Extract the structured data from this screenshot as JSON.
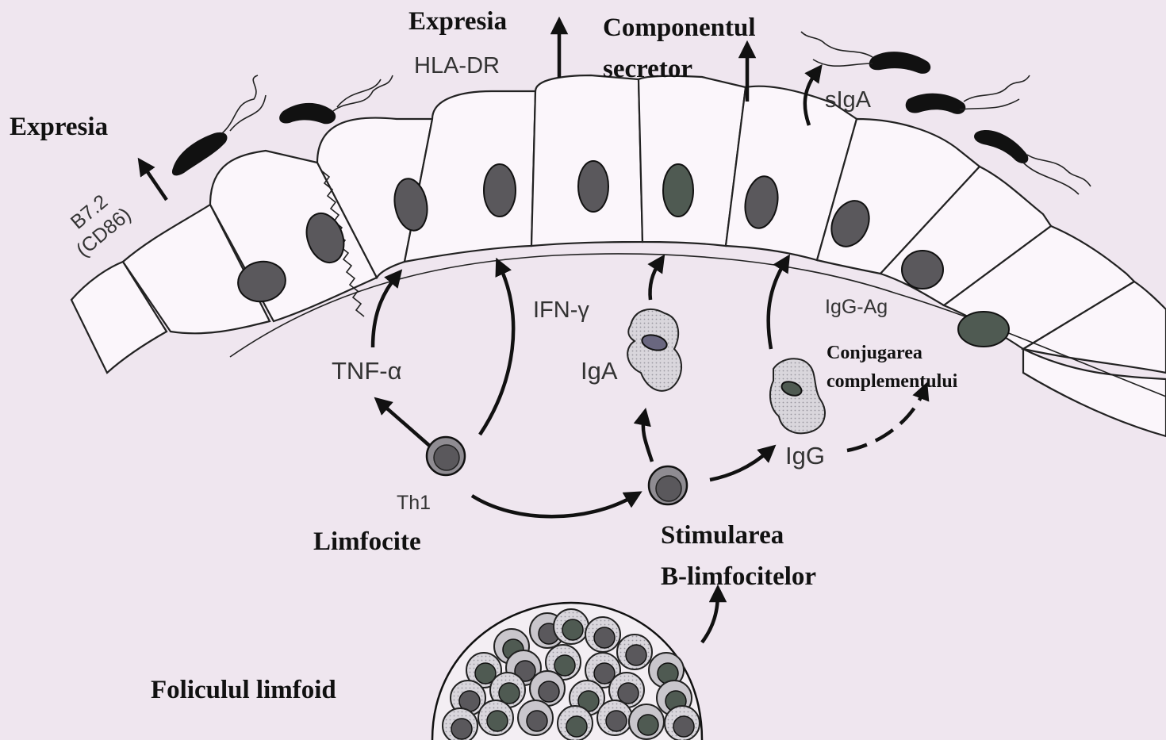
{
  "labels": {
    "expresia_left": "Expresia",
    "b72": "B7.2",
    "cd86": "(CD86)",
    "expresia_top": "Expresia",
    "hla_dr": "HLA-DR",
    "componentul": "Componentul",
    "secretor": "secretor",
    "siga": "sIgA",
    "ifn": "IFN-γ",
    "tnf": "TNF-α",
    "iga": "IgA",
    "igg_ag": "IgG-Ag",
    "conjugarea": "Conjugarea",
    "complementului": "complementului",
    "igg": "IgG",
    "th1": "Th1",
    "limfocite": "Limfocite",
    "stimularea": "Stimularea",
    "b_limfocitelor": "B-limfocitelor",
    "foliculul": "Foliculul limfoid"
  },
  "colors": {
    "background": "#efe6ef",
    "cell_fill": "#fbf6fb",
    "nucleus": "#5a585c",
    "ink": "#111111"
  }
}
